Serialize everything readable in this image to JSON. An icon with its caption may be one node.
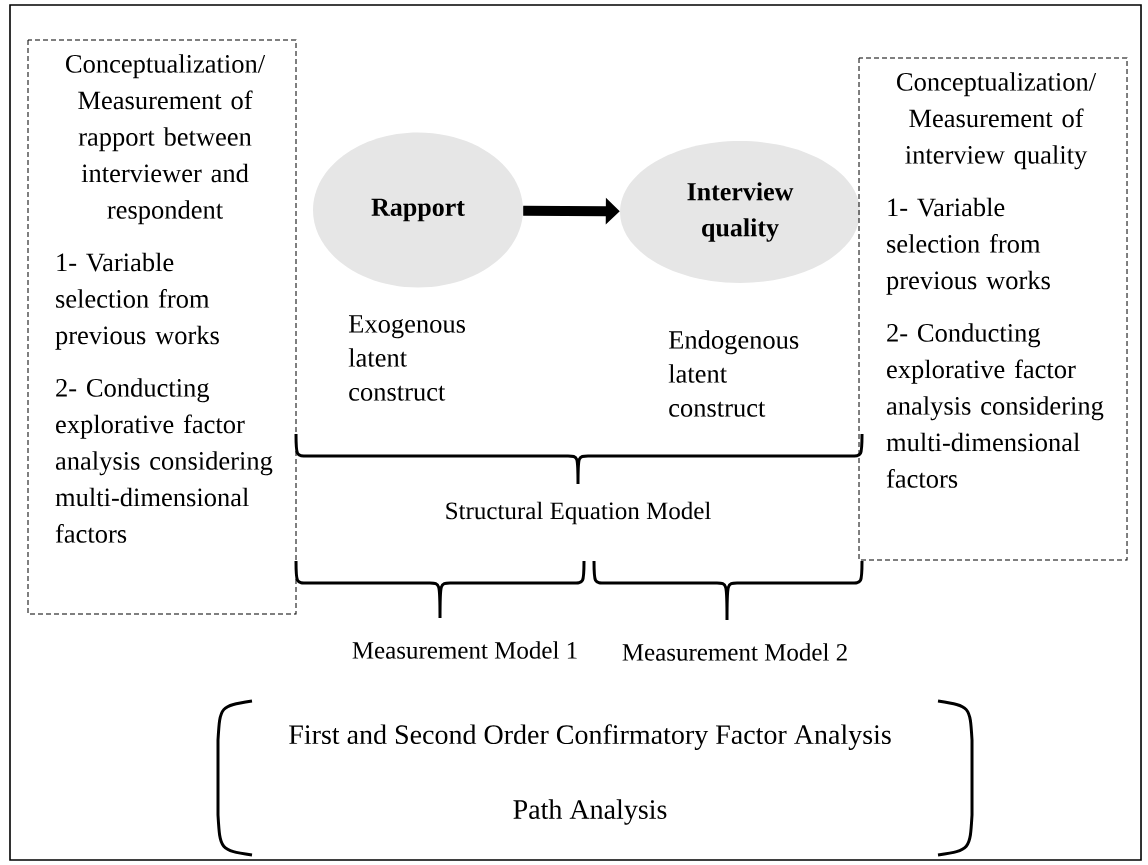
{
  "diagram": {
    "nodes": [
      {
        "text": [
          "Conceptualization/ Measurement of rapport between interviewer and respondent",
          "1- Variable selection from previous works",
          "2- Conducting explorative factor analysis considering multi-dimensional factors"
        ]
      },
      {
        "text": [
          "Rapport"
        ],
        "beside": [
          "Exogenous latent construct"
        ]
      },
      {
        "text": [
          "Interview quality"
        ],
        "beside": [
          "Endogenous latent construct"
        ]
      },
      {
        "text": [
          "Conceptualization/ Measurement of interview quality",
          "1- Variable selection from previous works",
          "2- Conducting explorative factor analysis considering multi-dimensional factors"
        ]
      }
    ],
    "edges": [
      {
        "from": 1,
        "to": 2,
        "arrow": "to"
      }
    ],
    "labels": [
      "Structural Equation Model",
      "Measurement Model 1",
      "Measurement Model 2",
      "First and Second Order Confirmatory Factor Analysis",
      "Path Analysis"
    ]
  }
}
